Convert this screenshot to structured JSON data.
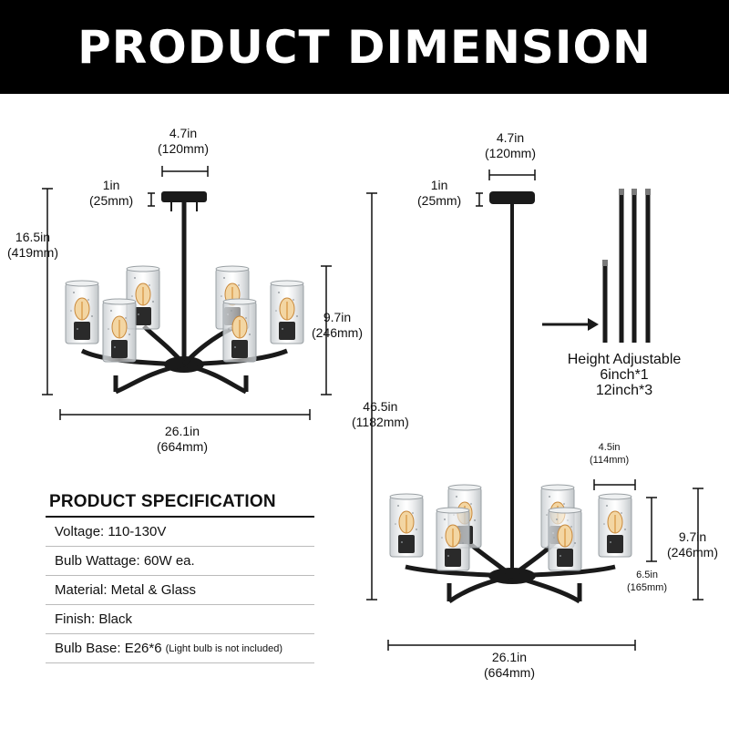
{
  "banner": {
    "title": "PRODUCT DIMENSION"
  },
  "left_diagram": {
    "canopy_width": {
      "in": "4.7in",
      "mm": "(120mm)"
    },
    "canopy_height": {
      "in": "1in",
      "mm": "(25mm)"
    },
    "total_height": {
      "in": "16.5in",
      "mm": "(419mm)"
    },
    "shade_height": {
      "in": "9.7in",
      "mm": "(246mm)"
    },
    "total_width": {
      "in": "26.1in",
      "mm": "(664mm)"
    }
  },
  "right_diagram": {
    "canopy_width": {
      "in": "4.7in",
      "mm": "(120mm)"
    },
    "canopy_height": {
      "in": "1in",
      "mm": "(25mm)"
    },
    "max_height": {
      "in": "46.5in",
      "mm": "(1182mm)"
    },
    "shade_width": {
      "in": "4.5in",
      "mm": "(114mm)"
    },
    "shade_height": {
      "in": "9.7in",
      "mm": "(246mm)"
    },
    "arm_drop": {
      "in": "6.5in",
      "mm": "(165mm)"
    },
    "total_width": {
      "in": "26.1in",
      "mm": "(664mm)"
    }
  },
  "height_adjustable": {
    "title": "Height Adjustable",
    "line1": "6inch*1",
    "line2": "12inch*3"
  },
  "specification": {
    "title": "PRODUCT SPECIFICATION",
    "voltage": "Voltage: 110-130V",
    "wattage": "Bulb Wattage: 60W ea.",
    "material": "Material: Metal & Glass",
    "finish": "Finish: Black",
    "base": "Bulb Base: E26*6",
    "base_note": "(Light bulb is not included)"
  },
  "colors": {
    "banner": "#000000",
    "metal": "#1a1a1a",
    "glass": "#d9dde0",
    "bulb": "#e8a64a"
  }
}
